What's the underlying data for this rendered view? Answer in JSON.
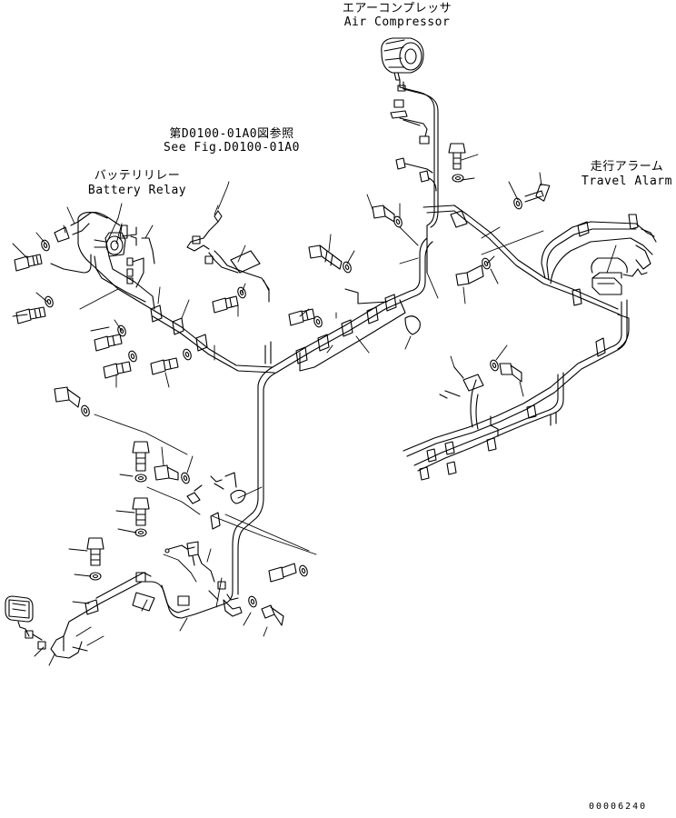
{
  "labels": {
    "air_compressor_jp": "エアーコンプレッサ",
    "air_compressor_en": "Air Compressor",
    "see_fig_jp": "第D0100-01A0図参照",
    "see_fig_en": "See Fig.D0100-01A0",
    "battery_relay_jp": "バッテリリレー",
    "battery_relay_en": "Battery Relay",
    "travel_alarm_jp": "走行アラーム",
    "travel_alarm_en": "Travel Alarm",
    "drawing_number": "00006240"
  }
}
